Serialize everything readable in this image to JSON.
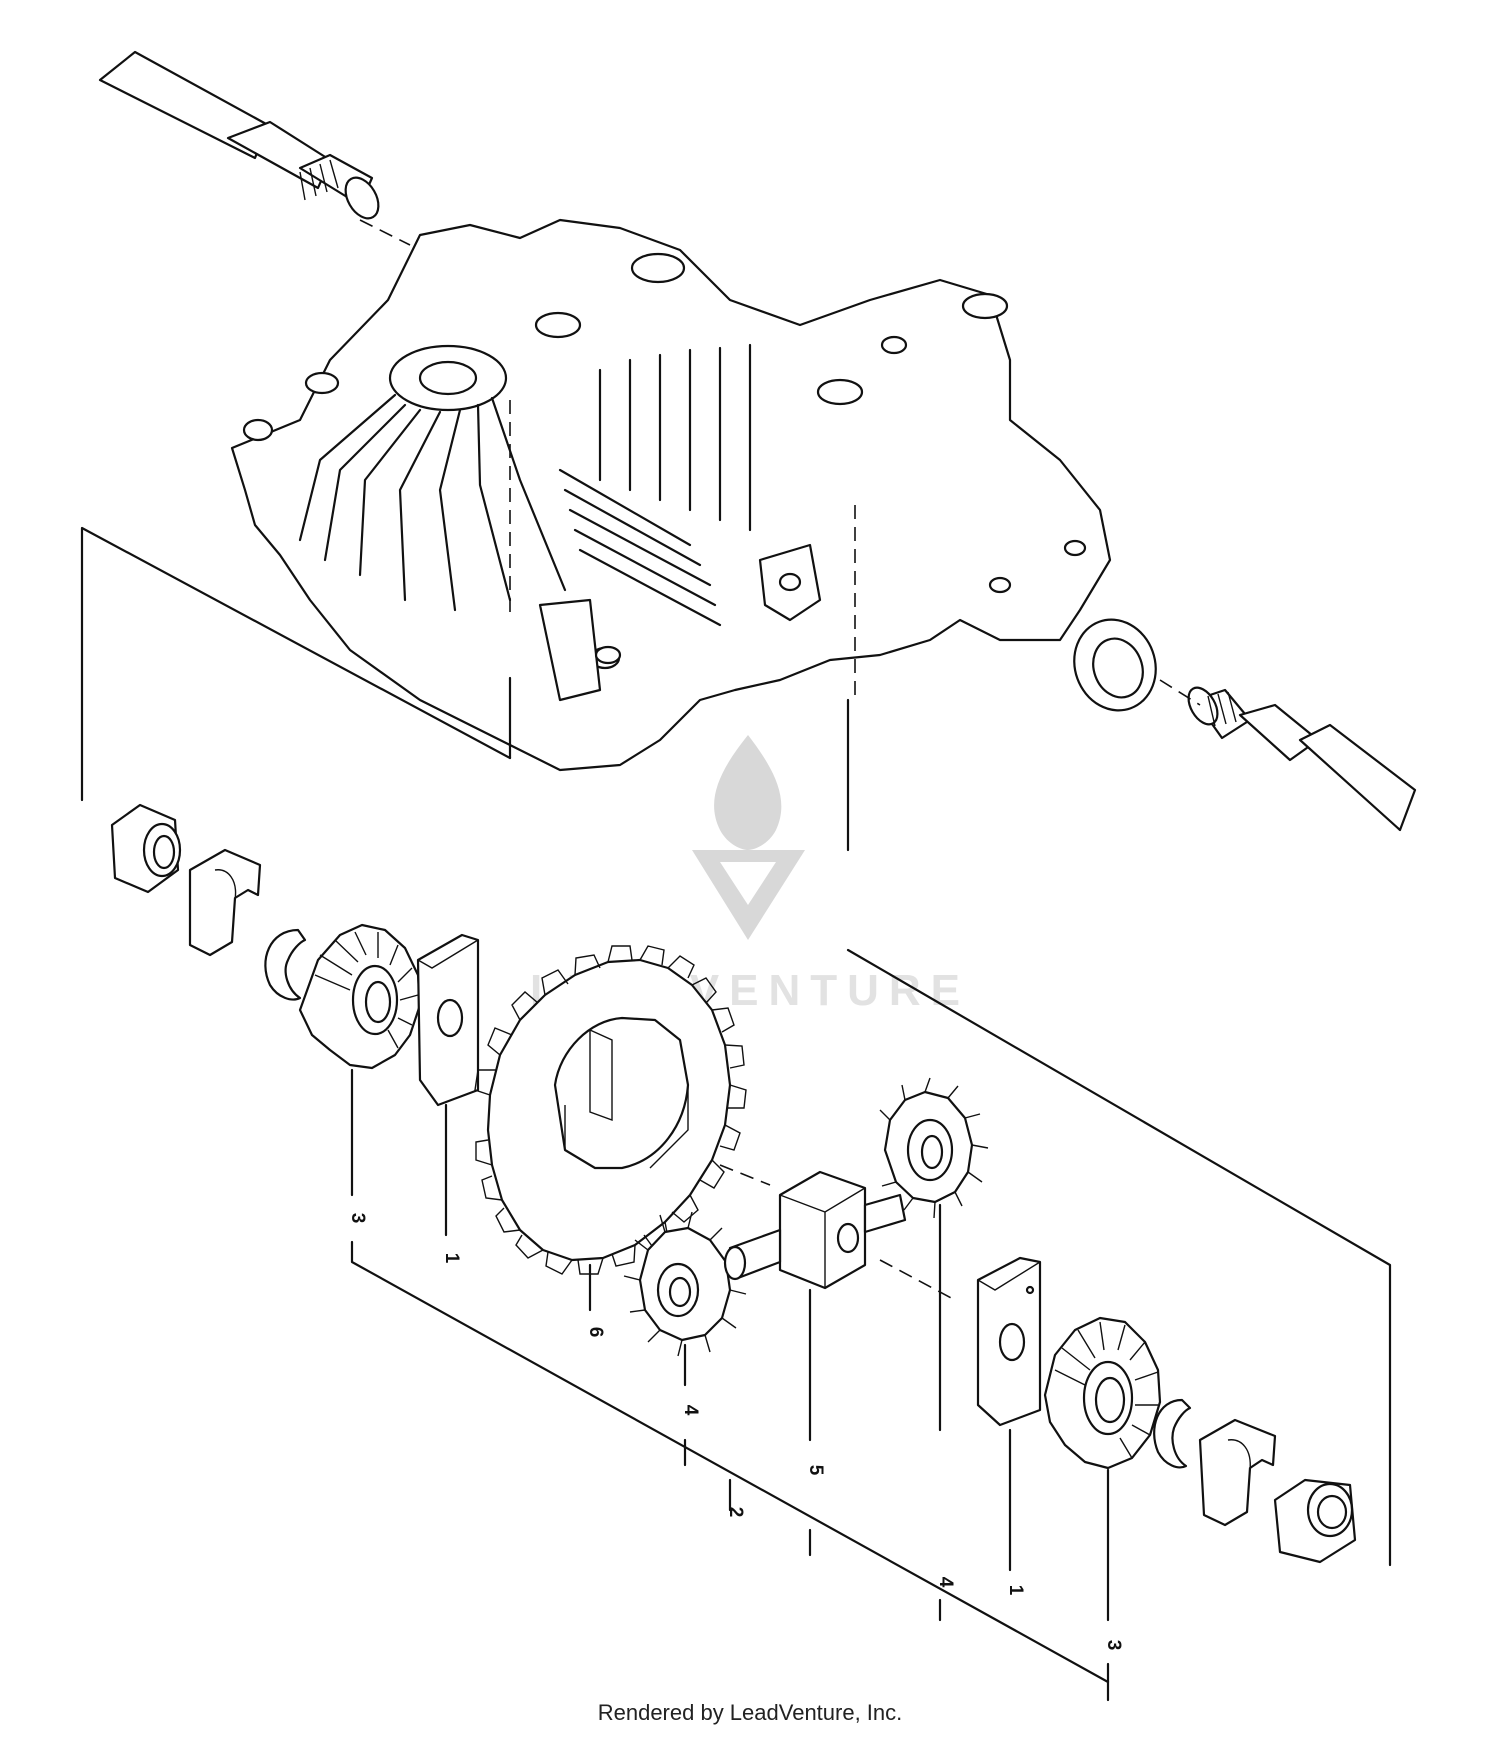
{
  "watermark": {
    "brand": "LEADVENTURE"
  },
  "credit": "Rendered by LeadVenture, Inc.",
  "callouts": [
    {
      "id": "c3-left",
      "label": "3"
    },
    {
      "id": "c1-left",
      "label": "1"
    },
    {
      "id": "c6",
      "label": "6"
    },
    {
      "id": "c4-lower",
      "label": "4"
    },
    {
      "id": "c5",
      "label": "5"
    },
    {
      "id": "c2",
      "label": "2"
    },
    {
      "id": "c4-right",
      "label": "4"
    },
    {
      "id": "c1-right",
      "label": "1"
    },
    {
      "id": "c3-right",
      "label": "3"
    }
  ]
}
